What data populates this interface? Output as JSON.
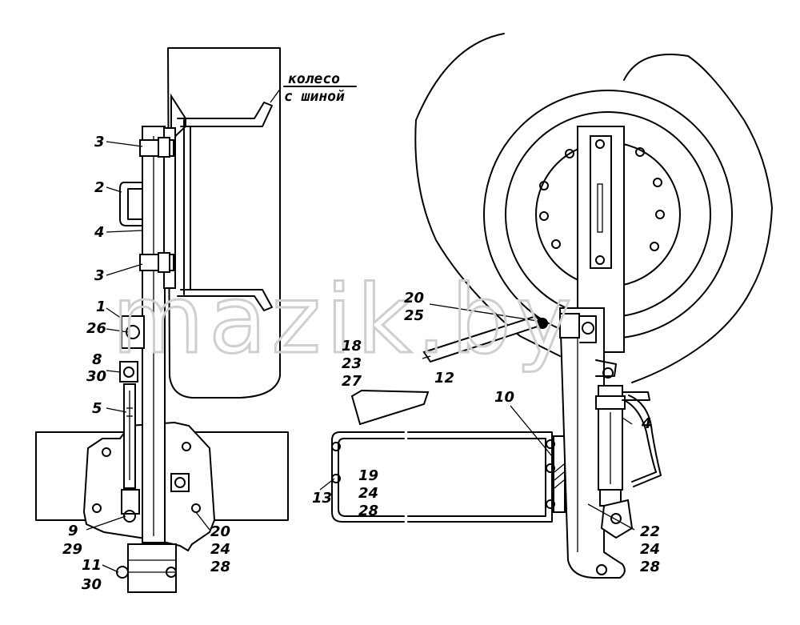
{
  "watermark": "mazik.by",
  "caption": {
    "line1": "колесо",
    "line2": "с шиной"
  },
  "callouts": [
    "3",
    "2",
    "4",
    "3",
    "1",
    "26",
    "8",
    "30",
    "5",
    "9",
    "29",
    "11",
    "30",
    "20",
    "24",
    "28",
    "18",
    "23",
    "27",
    "13",
    "19",
    "24",
    "28",
    "20",
    "25",
    "12",
    "10",
    "4",
    "22",
    "24",
    "28"
  ]
}
